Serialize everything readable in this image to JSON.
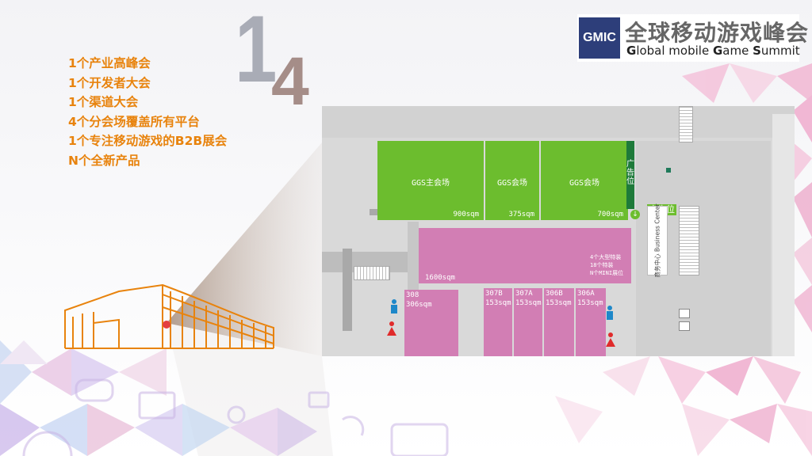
{
  "hero": {
    "digit_one": "1",
    "digit_four": "4"
  },
  "features": [
    "1个产业高峰会",
    "1个开发者大会",
    "1个渠道大会",
    "4个分会场覆盖所有平台",
    "1个专注移动游戏的B2B展会",
    "N个全新产品"
  ],
  "logo": {
    "abbr": "GMIC",
    "cn_title": "全球移动游戏峰会",
    "en_parts": [
      "G",
      "lobal mobile ",
      "G",
      "ame ",
      "S",
      "ummit"
    ]
  },
  "floor_plan": {
    "halls": [
      {
        "name": "GGS主会场",
        "area": "900sqm"
      },
      {
        "name": "GGS会场",
        "area": "375sqm"
      },
      {
        "name": "GGS会场",
        "area": "700sqm"
      }
    ],
    "ad_vertical": "广告位",
    "ad_horizontal": "广告位",
    "exhibition": {
      "area": "1600sqm",
      "notes": [
        "4个大型特装",
        "18个特装",
        "N个MINI展位"
      ]
    },
    "business_center": {
      "cn": "商务中心",
      "en": "Business Center"
    },
    "rooms": [
      {
        "code": "308",
        "area": "306sqm"
      },
      {
        "code": "307B",
        "area": "153sqm"
      },
      {
        "code": "307A",
        "area": "153sqm"
      },
      {
        "code": "306B",
        "area": "153sqm"
      },
      {
        "code": "306A",
        "area": "153sqm"
      }
    ]
  },
  "colors": {
    "accent_orange": "#e8830d",
    "hall_green": "#6cbd2e",
    "exhibit_pink": "#d27eb4",
    "logo_navy": "#2d3e7a"
  }
}
